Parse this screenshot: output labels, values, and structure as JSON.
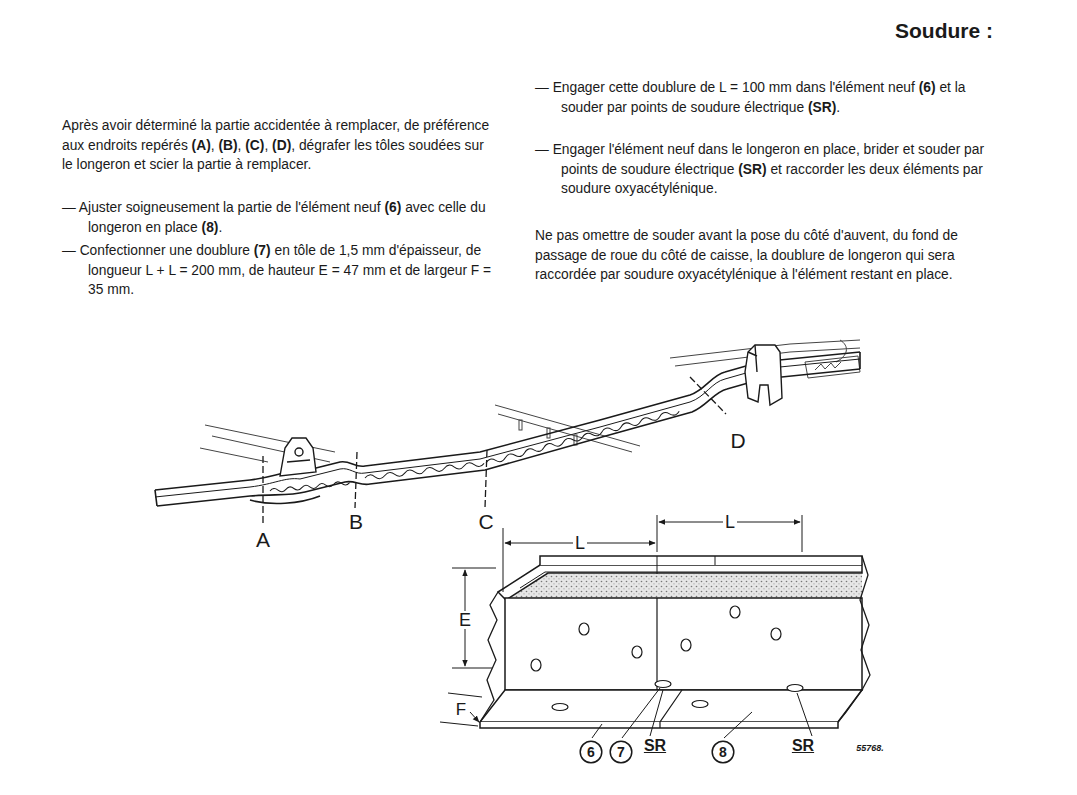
{
  "diagram": {
    "title": "Soudure :",
    "nodes": [
      {
        "text": [
          "6"
        ]
      },
      {
        "text": [
          "7"
        ]
      },
      {
        "text": [
          "8"
        ]
      }
    ],
    "labels": [
      "Après avoir déterminé la partie accidentée à remplacer, de préférence aux endroits repérés (A), (B), (C), (D), dégrafer les tôles soudées sur le longeron et scier la partie à remplacer.",
      "— Ajuster soigneusement la partie de l'élément neuf (6) avec celle du longeron en place (8).",
      "— Confectionner une doublure (7) en tôle de 1,5 mm d'épaisseur, de longueur L + L = 200 mm, de hauteur E = 47 mm et de largeur F = 35 mm.",
      "— Engager cette doublure de L = 100 mm dans l'élément neuf (6) et la souder par points de soudure électrique (SR).",
      "— Engager l'élément neuf dans le longeron en place, brider et souder par points de soudure électrique (SR) et raccorder les deux éléments par soudure oxyacétylénique.",
      "Ne pas omettre de souder avant la pose du côté d'auvent, du fond de passage de roue du côté de caisse, la doublure de longeron qui sera raccordée par soudure oxyacétylénique à l'élément restant en place.",
      "A",
      "B",
      "C",
      "D",
      "L",
      "L",
      "E",
      "F",
      "SR",
      "SR",
      "55768."
    ]
  }
}
